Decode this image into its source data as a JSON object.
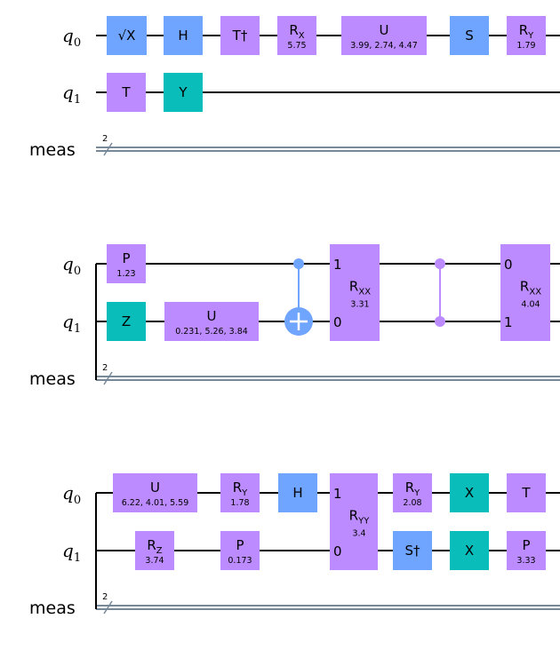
{
  "colors": {
    "purple": "#bb8bff",
    "blue": "#6fa4ff",
    "teal": "#08bdba",
    "wire": "#000000",
    "classical_wire": "#778899",
    "control_blue": "#6fa4ff",
    "control_purple": "#bb8bff"
  },
  "wire_labels": {
    "q0": "q",
    "q0_sub": "0",
    "q1": "q",
    "q1_sub": "1",
    "meas": "meas",
    "meas_count": "2"
  },
  "sections": [
    {
      "gates": [
        {
          "id": "s1-sx",
          "wire": "q0",
          "name": "√X",
          "param": "",
          "color": "blue"
        },
        {
          "id": "s1-h",
          "wire": "q0",
          "name": "H",
          "param": "",
          "color": "blue"
        },
        {
          "id": "s1-tdg",
          "wire": "q0",
          "name": "T†",
          "param": "",
          "color": "purple"
        },
        {
          "id": "s1-rx",
          "wire": "q0",
          "name": "R",
          "sub": "X",
          "param": "5.75",
          "color": "purple"
        },
        {
          "id": "s1-u",
          "wire": "q0",
          "name": "U",
          "param": "3.99, 2.74, 4.47",
          "color": "purple"
        },
        {
          "id": "s1-s",
          "wire": "q0",
          "name": "S",
          "param": "",
          "color": "blue"
        },
        {
          "id": "s1-ry",
          "wire": "q0",
          "name": "R",
          "sub": "Y",
          "param": "1.79",
          "color": "purple"
        },
        {
          "id": "s1-t",
          "wire": "q1",
          "name": "T",
          "param": "",
          "color": "purple"
        },
        {
          "id": "s1-y",
          "wire": "q1",
          "name": "Y",
          "param": "",
          "color": "teal"
        }
      ]
    },
    {
      "gates": [
        {
          "id": "s2-p",
          "wire": "q0",
          "name": "P",
          "param": "1.23",
          "color": "purple"
        },
        {
          "id": "s2-z",
          "wire": "q1",
          "name": "Z",
          "param": "",
          "color": "teal"
        },
        {
          "id": "s2-u",
          "wire": "q1",
          "name": "U",
          "param": "0.231, 5.26, 3.84",
          "color": "purple"
        },
        {
          "id": "s2-cx",
          "type": "cx",
          "control": "q0",
          "target": "q1"
        },
        {
          "id": "s2-rxx1",
          "type": "two-qubit",
          "name": "R",
          "sub": "XX",
          "param": "3.31",
          "top_label": "1",
          "bottom_label": "0",
          "color": "purple"
        },
        {
          "id": "s2-cz",
          "type": "cz"
        },
        {
          "id": "s2-rxx2",
          "type": "two-qubit",
          "name": "R",
          "sub": "XX",
          "param": "4.04",
          "top_label": "0",
          "bottom_label": "1",
          "color": "purple"
        }
      ]
    },
    {
      "gates": [
        {
          "id": "s3-u",
          "wire": "q0",
          "name": "U",
          "param": "6.22, 4.01, 5.59",
          "color": "purple"
        },
        {
          "id": "s3-rz",
          "wire": "q1",
          "name": "R",
          "sub": "Z",
          "param": "3.74",
          "color": "purple"
        },
        {
          "id": "s3-ry1",
          "wire": "q0",
          "name": "R",
          "sub": "Y",
          "param": "1.78",
          "color": "purple"
        },
        {
          "id": "s3-p1",
          "wire": "q1",
          "name": "P",
          "param": "0.173",
          "color": "purple"
        },
        {
          "id": "s3-h",
          "wire": "q0",
          "name": "H",
          "param": "",
          "color": "blue"
        },
        {
          "id": "s3-ryy",
          "type": "two-qubit",
          "name": "R",
          "sub": "YY",
          "param": "3.4",
          "top_label": "1",
          "bottom_label": "0",
          "color": "purple"
        },
        {
          "id": "s3-ry2",
          "wire": "q0",
          "name": "R",
          "sub": "Y",
          "param": "2.08",
          "color": "purple"
        },
        {
          "id": "s3-sdg",
          "wire": "q1",
          "name": "S†",
          "param": "",
          "color": "blue"
        },
        {
          "id": "s3-x1",
          "wire": "q0",
          "name": "X",
          "param": "",
          "color": "teal"
        },
        {
          "id": "s3-x2",
          "wire": "q1",
          "name": "X",
          "param": "",
          "color": "teal"
        },
        {
          "id": "s3-t",
          "wire": "q0",
          "name": "T",
          "param": "",
          "color": "purple"
        },
        {
          "id": "s3-p2",
          "wire": "q1",
          "name": "P",
          "param": "3.33",
          "color": "purple"
        }
      ]
    }
  ]
}
